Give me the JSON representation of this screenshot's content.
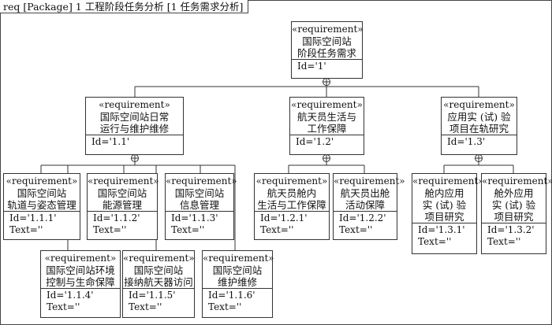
{
  "frame": {
    "label": "req [Package] 1 工程阶段任务分析 [1 任务需求分析]"
  },
  "requirements": {
    "r1": {
      "stereotype": "«requirement»",
      "name": [
        "国际空间站",
        "阶段任务需求"
      ],
      "props": [
        "Id='1'"
      ]
    },
    "r11": {
      "stereotype": "«requirement»",
      "name": [
        "国际空间站日常",
        "运行与维护维修"
      ],
      "props": [
        "Id='1.1'"
      ]
    },
    "r12": {
      "stereotype": "«requirement»",
      "name": [
        "航天员生活与",
        "工作保障"
      ],
      "props": [
        "Id='1.2'"
      ]
    },
    "r13": {
      "stereotype": "«requirement»",
      "name": [
        "应用实 (试) 验",
        "项目在轨研究"
      ],
      "props": [
        "Id='1.3'"
      ]
    },
    "r111": {
      "stereotype": "«requirement»",
      "name": [
        "国际空间站",
        "轨道与姿态管理"
      ],
      "props": [
        "Id='1.1.1'",
        "Text=''"
      ]
    },
    "r112": {
      "stereotype": "«requirement»",
      "name": [
        "国际空间站",
        "能源管理"
      ],
      "props": [
        "Id='1.1.2'",
        "Text=''"
      ]
    },
    "r113": {
      "stereotype": "«requirement»",
      "name": [
        "国际空间站",
        "信息管理"
      ],
      "props": [
        "Id='1.1.3'",
        "Text=''"
      ]
    },
    "r114": {
      "stereotype": "«requirement»",
      "name": [
        "国际空间站环境",
        "控制与生命保障"
      ],
      "props": [
        "Id='1.1.4'",
        "Text=''"
      ]
    },
    "r115": {
      "stereotype": "«requirement»",
      "name": [
        "国际空间站",
        "接纳航天器访问"
      ],
      "props": [
        "Id='1.1.5'",
        "Text=''"
      ]
    },
    "r116": {
      "stereotype": "«requirement»",
      "name": [
        "国际空间站",
        "维护维修"
      ],
      "props": [
        "Id='1.1.6'",
        "Text=''"
      ]
    },
    "r121": {
      "stereotype": "«requirement»",
      "name": [
        "航天员舱内",
        "生活与工作保障"
      ],
      "props": [
        "Id='1.2.1'",
        "Text=''"
      ]
    },
    "r122": {
      "stereotype": "«requirement»",
      "name": [
        "航天员出舱",
        "活动保障"
      ],
      "props": [
        "Id='1.2.2'",
        "Text=''"
      ]
    },
    "r131": {
      "stereotype": "«requirement»",
      "name": [
        "舱内应用",
        "实 (试) 验",
        "项目研究"
      ],
      "props": [
        "Id='1.3.1'",
        "Text=''"
      ]
    },
    "r132": {
      "stereotype": "«requirement»",
      "name": [
        "舱外应用",
        "实 (试) 验",
        "项目研究"
      ],
      "props": [
        "Id='1.3.2'",
        "Text=''"
      ]
    }
  }
}
